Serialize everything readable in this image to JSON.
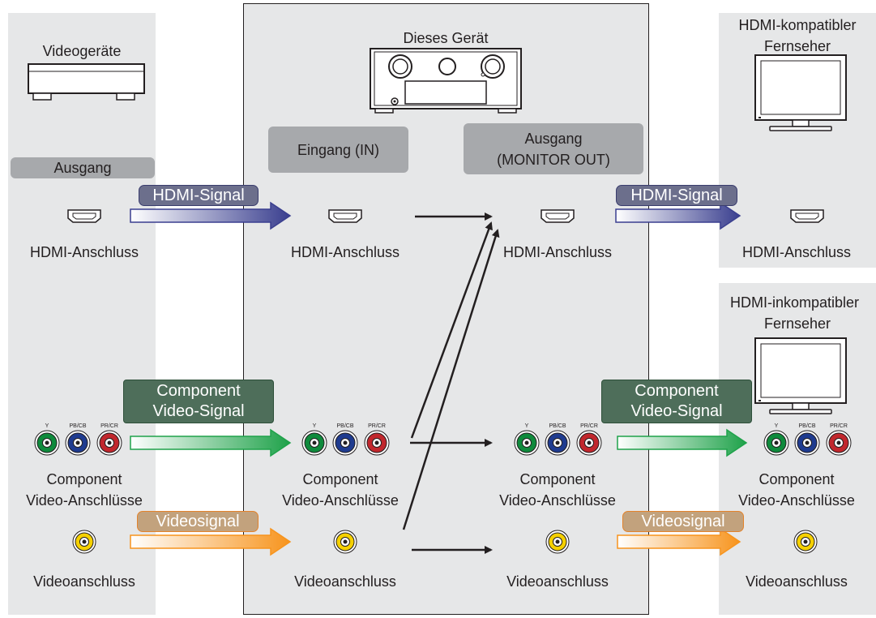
{
  "left": {
    "device_label": "Videogeräte",
    "output_box": "Ausgang",
    "hdmi_port": "HDMI-Anschluss",
    "component_port_line1": "Component",
    "component_port_line2": "Video-Anschlüsse",
    "video_port": "Videoanschluss"
  },
  "center": {
    "device_label": "Dieses Gerät",
    "input_box": "Eingang (IN)",
    "output_box_line1": "Ausgang",
    "output_box_line2": "(MONITOR OUT)",
    "in_hdmi_port": "HDMI-Anschluss",
    "in_component_port_line1": "Component",
    "in_component_port_line2": "Video-Anschlüsse",
    "in_video_port": "Videoanschluss",
    "out_hdmi_port": "HDMI-Anschluss",
    "out_component_port_line1": "Component",
    "out_component_port_line2": "Video-Anschlüsse",
    "out_video_port": "Videoanschluss"
  },
  "right_top": {
    "device_label_line1": "HDMI-kompatibler",
    "device_label_line2": "Fernseher",
    "hdmi_port": "HDMI-Anschluss"
  },
  "right_bottom": {
    "device_label_line1": "HDMI-inkompatibler",
    "device_label_line2": "Fernseher",
    "component_port_line1": "Component",
    "component_port_line2": "Video-Anschlüsse",
    "video_port": "Videoanschluss"
  },
  "signals": {
    "hdmi": "HDMI-Signal",
    "component_line1": "Component",
    "component_line2": "Video-Signal",
    "video": "Videosignal"
  },
  "jack_labels": {
    "y": "Y",
    "pb": "PB/CB",
    "pr": "PR/CR"
  },
  "colors": {
    "panel": "#e6e7e8",
    "label_box": "#a7a9ac",
    "hdmi_arrow": "#3a3f8f",
    "component_arrow": "#1fa24a",
    "video_arrow": "#f7941d",
    "jack_y": "#0f8a3c",
    "jack_pb": "#1f3b8f",
    "jack_pr": "#c1272d",
    "jack_video": "#f5d000"
  }
}
